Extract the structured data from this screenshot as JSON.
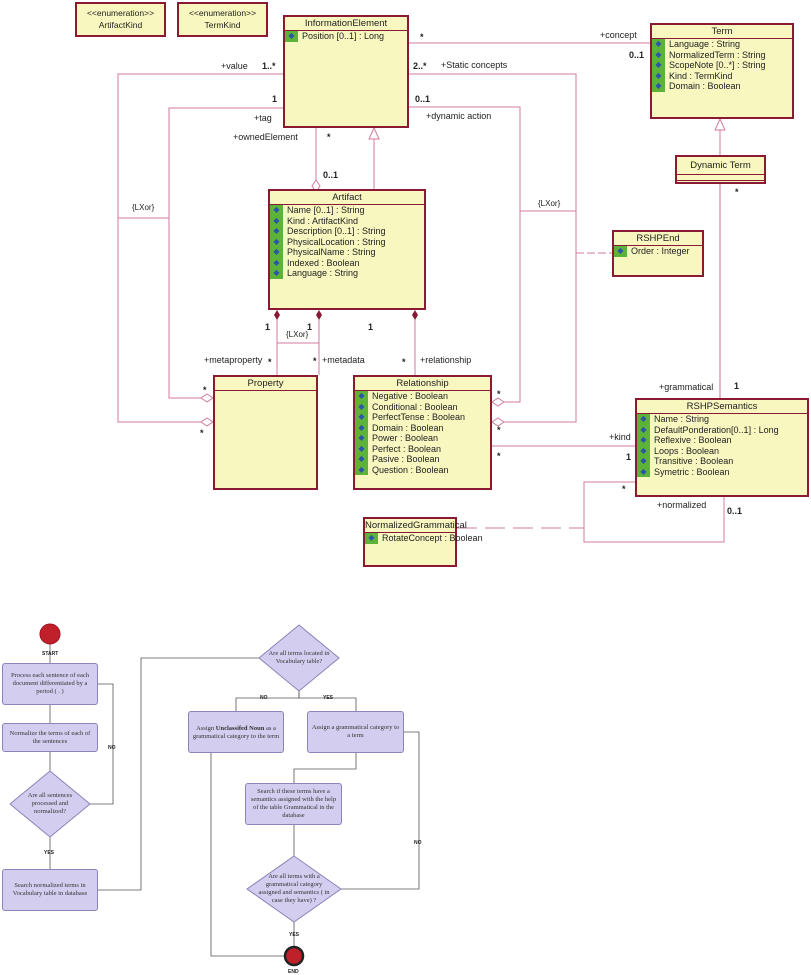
{
  "uml": {
    "artifact_kind": {
      "stereotype": "<<enumeration>>",
      "name": "ArtifactKind"
    },
    "term_kind": {
      "stereotype": "<<enumeration>>",
      "name": "TermKind"
    },
    "information_element": {
      "name": "InformationElement",
      "attrs": [
        "Position [0..1] : Long"
      ]
    },
    "term": {
      "name": "Term",
      "attrs": [
        "Language : String",
        "NormalizedTerm : String",
        "ScopeNote [0..*] : String",
        "Kind : TermKind",
        "Domain : Boolean"
      ]
    },
    "dynamic_term": {
      "name": "Dynamic Term"
    },
    "artifact": {
      "name": "Artifact",
      "attrs": [
        "Name [0..1] : String",
        "Kind : ArtifactKind",
        "Description [0..1] : String",
        "PhysicalLocation : String",
        "PhysicalName : String",
        "Indexed : Boolean",
        "Language : String"
      ]
    },
    "rshp_end": {
      "name": "RSHPEnd",
      "attrs": [
        "Order : Integer"
      ]
    },
    "property": {
      "name": "Property"
    },
    "relationship": {
      "name": "Relationship",
      "attrs": [
        "Negative : Boolean",
        "Conditional : Boolean",
        "PerfectTense : Boolean",
        "Domain : Boolean",
        "Power : Boolean",
        "Perfect : Boolean",
        "Pasive : Boolean",
        "Question : Boolean"
      ]
    },
    "rshp_semantics": {
      "name": "RSHPSemantics",
      "attrs": [
        "Name : String",
        "DefaultPonderation[0..1] : Long",
        "Reflexive : Boolean",
        "Loops : Boolean",
        "Transitive : Boolean",
        "Symetric : Boolean"
      ]
    },
    "normalized_grammatical": {
      "name": "NormalizedGrammatical",
      "attrs": [
        "RotateConcept : Boolean"
      ]
    },
    "labels": {
      "value": "+value",
      "value_mult": "1..*",
      "static": "+Static concepts",
      "static_mult": "2..*",
      "concept": "+concept",
      "concept_star": "*",
      "concept_mult": "0..1",
      "one_tag": "1",
      "tag": "+tag",
      "dyn_mult": "0..1",
      "dynamic": "+dynamic action",
      "owned": "+ownedElement",
      "owned_star": "*",
      "owned_mult": "0..1",
      "lxor1": "{LXor}",
      "lxor2": "{LXor}",
      "lxor3": "{LXor}",
      "dt_star": "*",
      "one_a": "1",
      "one_b": "1",
      "one_c": "1",
      "metaproperty": "+metaproperty",
      "meta_star": "*",
      "metadata": "+metadata",
      "metadata_star": "*",
      "relationship": "+relationship",
      "rel_star": "*",
      "grammatical": "+grammatical",
      "gram_one": "1",
      "kind": "+kind",
      "kind_one": "1",
      "kind_star": "*",
      "normalized": "+normalized",
      "norm_mult": "0..1",
      "norm_star": "*",
      "p_star1": "*",
      "p_star2": "*",
      "r_star1": "*",
      "r_star2": "*"
    }
  },
  "flow": {
    "start": "START",
    "end": "END",
    "box1": "Process each sentence of each document differentiated by a period ( . )",
    "box2": "Normalize the terms of each of the sentences",
    "dec1": "Are all sentences processed and normalized?",
    "box3": "Search normalized terms in Vocabulary table in database",
    "dec2": "Are all terms located in Vocabulary table?",
    "box_no_pre": "Assign ",
    "box_no_bold": "Unclassifed Noun",
    "box_no_post": " as a grammatical category to the term",
    "box_yes": "Assign a grammatical category to a term",
    "box_search": "Search if these terms have a semantics assigned with the help of the table Grammatical in the database",
    "dec3": "Are all terms with a grammatical category assigned and semantics ( in case they have) ?",
    "no1": "NO",
    "yes1": "YES",
    "no2": "NO",
    "yes2": "YES",
    "no3": "NO",
    "yes3": "YES"
  },
  "colors": {
    "uml_border": "#8a1a33",
    "uml_fill": "#f8f7c0",
    "line": "#d37aa0",
    "attr_icon": "#5db33a",
    "flow_fill": "#d3cdef",
    "terminal": "#c0202a"
  }
}
